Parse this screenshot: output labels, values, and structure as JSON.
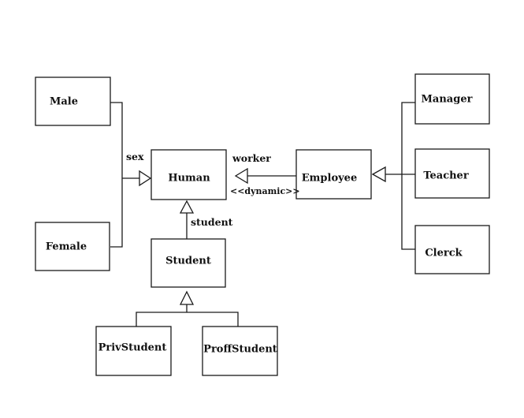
{
  "diagram": {
    "classes": {
      "male": "Male",
      "female": "Female",
      "human": "Human",
      "student": "Student",
      "priv_student": "PrivStudent",
      "proff_student": "ProffStudent",
      "employee": "Employee",
      "manager": "Manager",
      "teacher": "Teacher",
      "clerk": "Clerck"
    },
    "relations": {
      "sex": "sex",
      "worker": "worker",
      "dynamic": "<<dynamic>>",
      "student": "student"
    }
  }
}
